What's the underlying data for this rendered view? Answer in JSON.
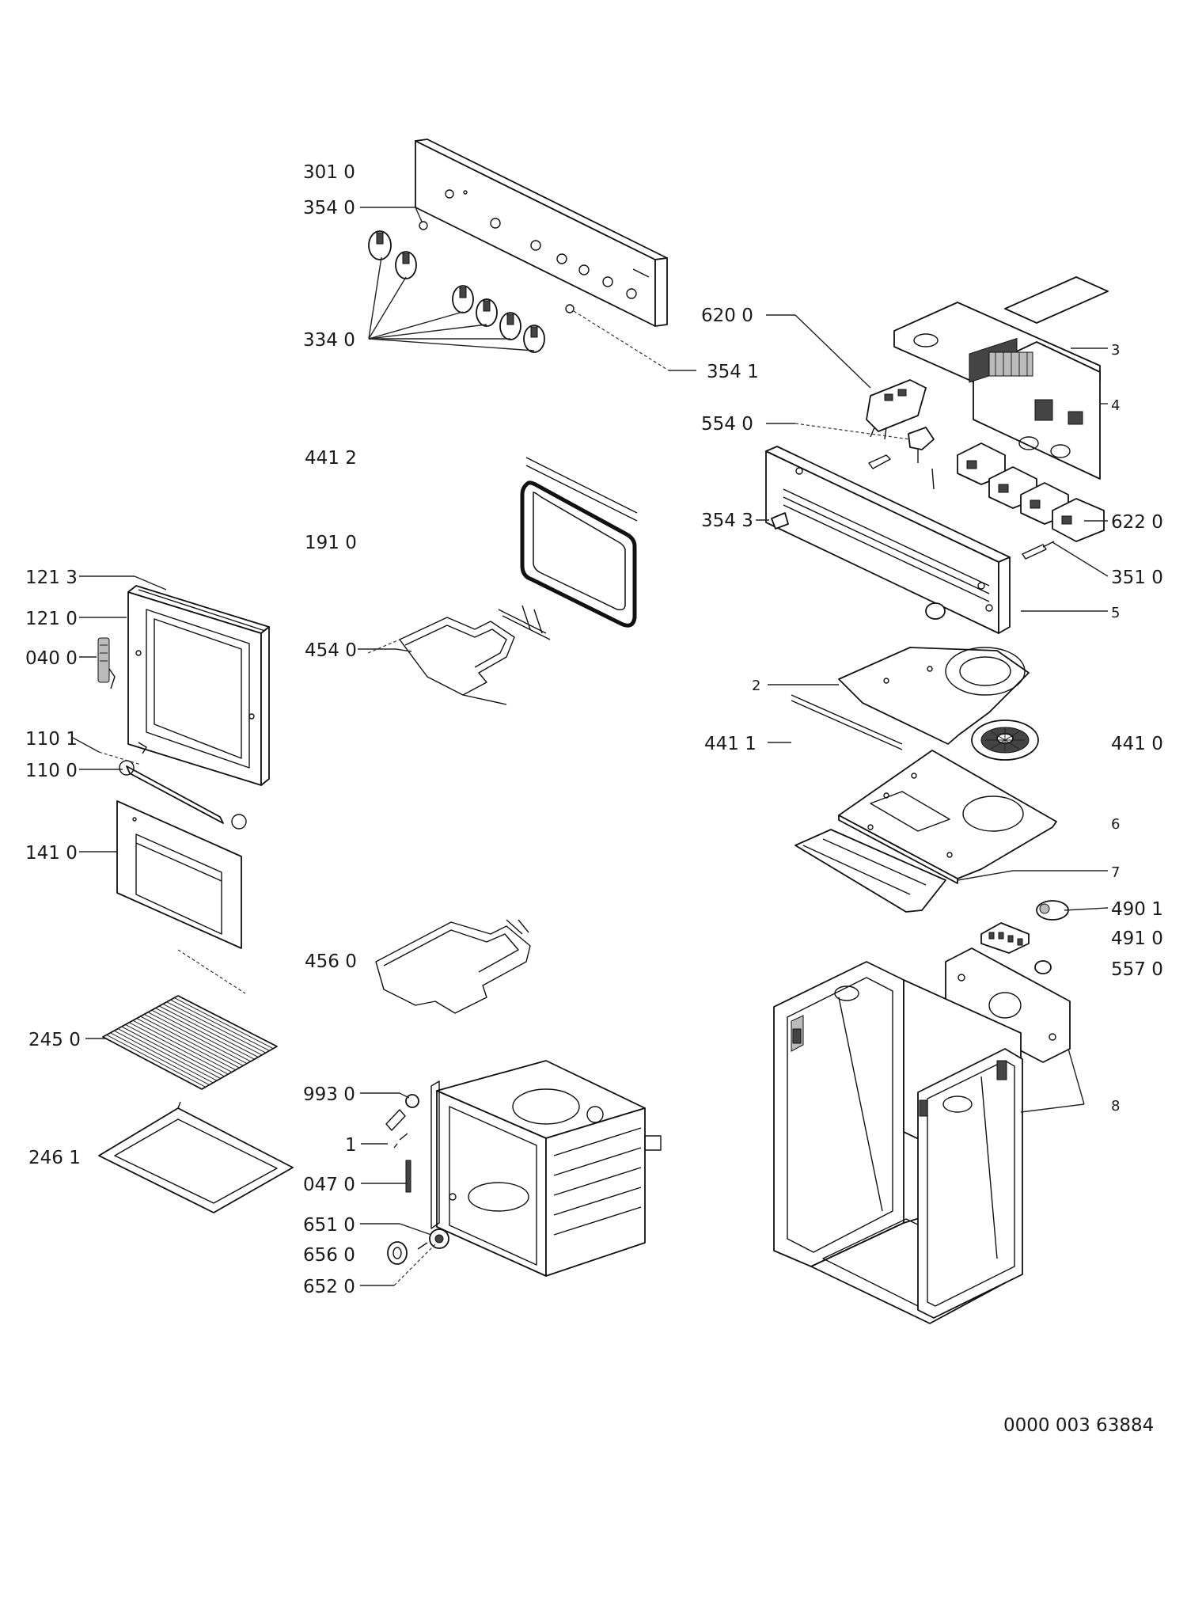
{
  "labels": {
    "l3010": "301 0",
    "l3540": "354 0",
    "l3340": "334 0",
    "l3541": "354 1",
    "l6200": "620 0",
    "l5540": "554 0",
    "l3543": "354 3",
    "l6220": "622 0",
    "l3510": "351 0",
    "l4412": "441 2",
    "l1910": "191 0",
    "l1213": "121 3",
    "l1210": "121 0",
    "l0400": "040 0",
    "l4540": "454 0",
    "l1101": "110 1",
    "l1100": "110 0",
    "l1410": "141 0",
    "l4411": "441 1",
    "l4410": "441 0",
    "l4560": "456 0",
    "l4901": "490 1",
    "l4910": "491 0",
    "l5570": "557 0",
    "l2450": "245 0",
    "l2461": "246 1",
    "l9930": "993 0",
    "l1": "1",
    "l0470": "047 0",
    "l6510": "651 0",
    "l6560": "656 0",
    "l6520": "652 0",
    "n2": "2",
    "n3": "3",
    "n4": "4",
    "n5": "5",
    "n6": "6",
    "n7": "7",
    "n8": "8"
  },
  "footer_code": "0000 003 63884"
}
